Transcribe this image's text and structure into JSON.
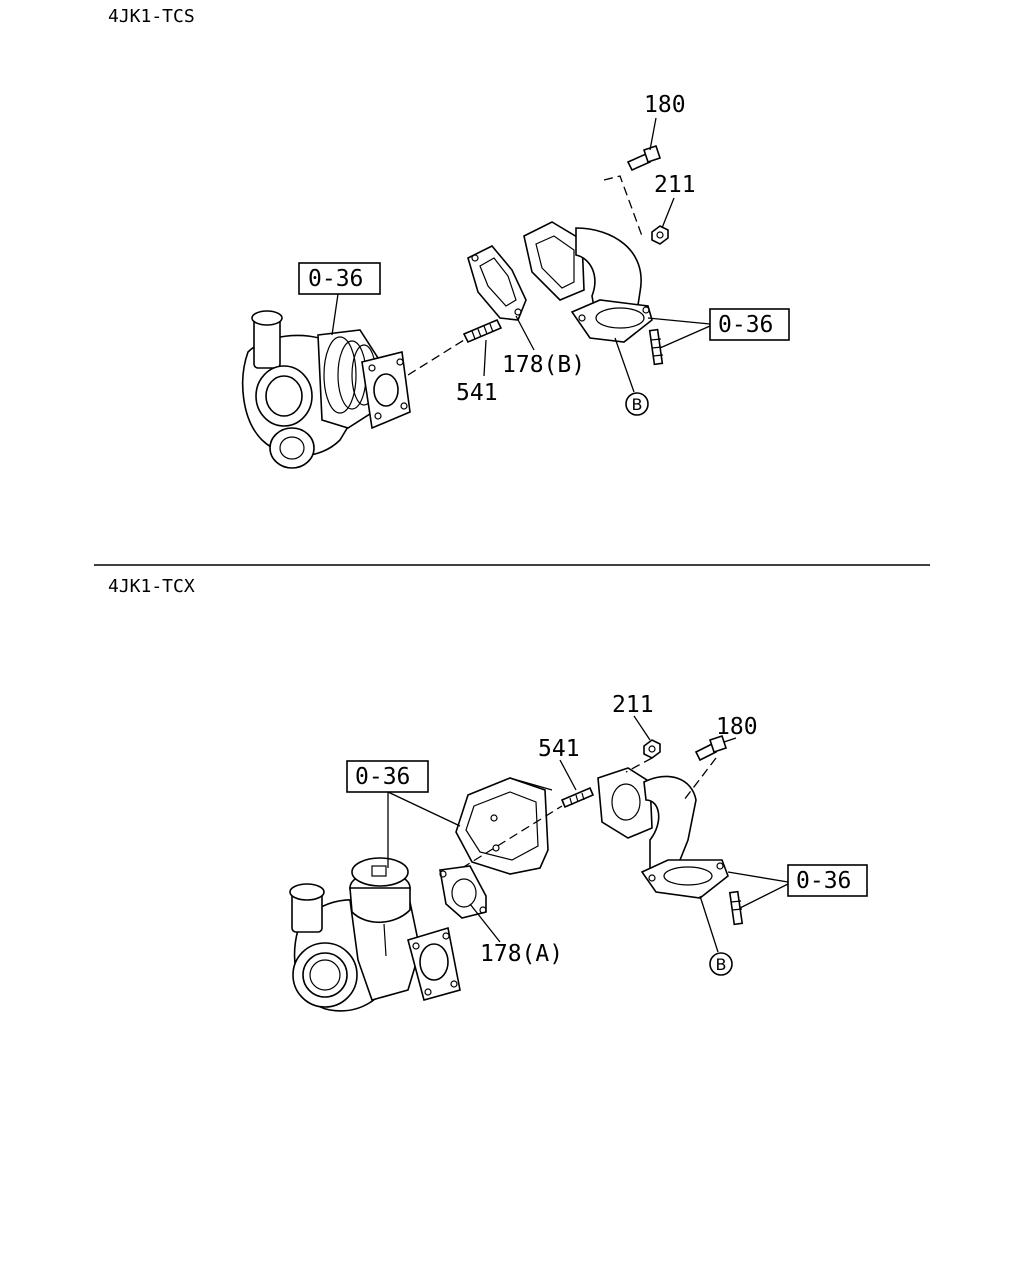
{
  "sections": [
    {
      "title": "4JK1-TCS",
      "labels": {
        "bolt": "180",
        "nut": "211",
        "stud": "541",
        "gasket": "178(B)",
        "ref_turbo": "0-36",
        "ref_flange": "0-36",
        "circle": "B"
      }
    },
    {
      "title": "4JK1-TCX",
      "labels": {
        "bolt": "180",
        "nut": "211",
        "stud": "541",
        "gasket": "178(A)",
        "ref_turbo": "0-36",
        "ref_flange": "0-36",
        "circle": "B"
      }
    }
  ]
}
